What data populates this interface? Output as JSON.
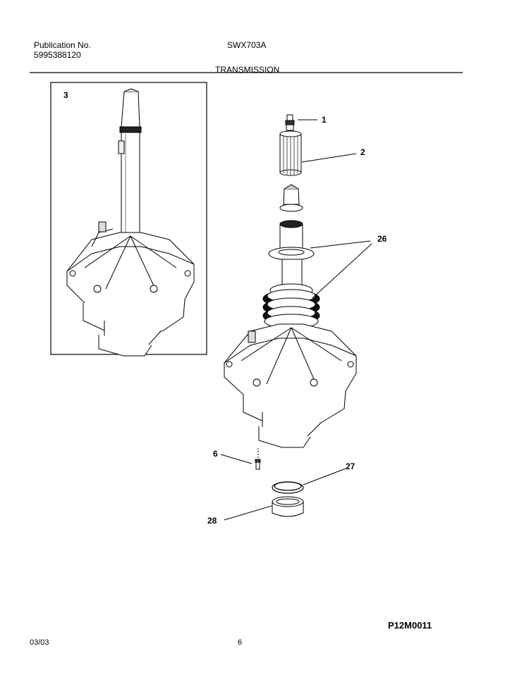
{
  "header": {
    "publication_label": "Publication No.",
    "publication_number": "5995388120",
    "model": "SWX703A",
    "section_title": "TRANSMISSION"
  },
  "callouts": {
    "p1": "1",
    "p2": "2",
    "p3": "3",
    "p6": "6",
    "p26": "26",
    "p27": "27",
    "p28": "28"
  },
  "footer": {
    "date": "03/03",
    "page_number": "6",
    "diagram_code": "P12M0011"
  }
}
